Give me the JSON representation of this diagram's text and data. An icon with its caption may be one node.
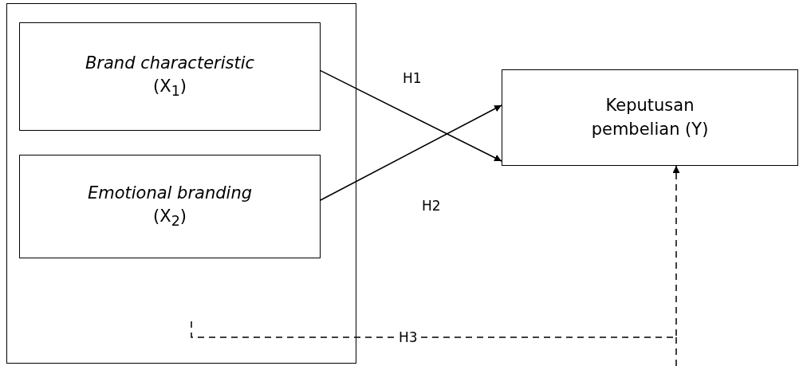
{
  "diagram": {
    "nodes": [
      {
        "text": [],
        "shape": "box"
      },
      {
        "text": [
          "Brand characteristic",
          "(X$_{1}$)"
        ],
        "in": 0
      },
      {
        "text": [
          "Emotional branding",
          "(X$_{2}$)"
        ],
        "in": 0
      },
      {
        "text": [
          "Keputusan pembelian (Y)"
        ]
      }
    ],
    "edges": [
      {
        "from": 1,
        "to": 3,
        "arrow": "to",
        "label": "H1"
      },
      {
        "from": 2,
        "to": 3,
        "arrow": "to",
        "label": "H2"
      },
      {
        "from": 0,
        "to": 3,
        "arrow": "to",
        "label": "H3",
        "style": "dashed"
      }
    ]
  }
}
